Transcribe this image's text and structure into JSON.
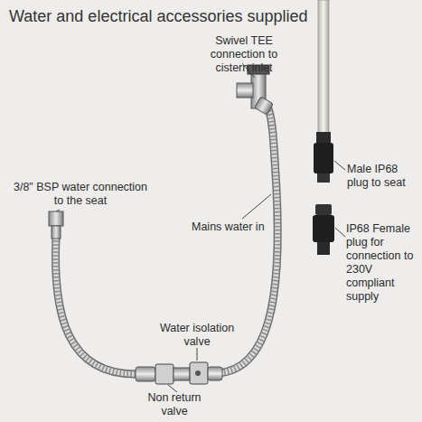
{
  "diagram": {
    "title": "Water and electrical accessories supplied",
    "labels": [
      "Swivel TEE connection to cistern inlet",
      "Male IP68 plug to seat",
      "3/8\" BSP water connection to the seat",
      "Mains water in",
      "IP68 Female plug for connection to 230V compliant supply",
      "Water isolation valve",
      "Non return valve"
    ]
  }
}
